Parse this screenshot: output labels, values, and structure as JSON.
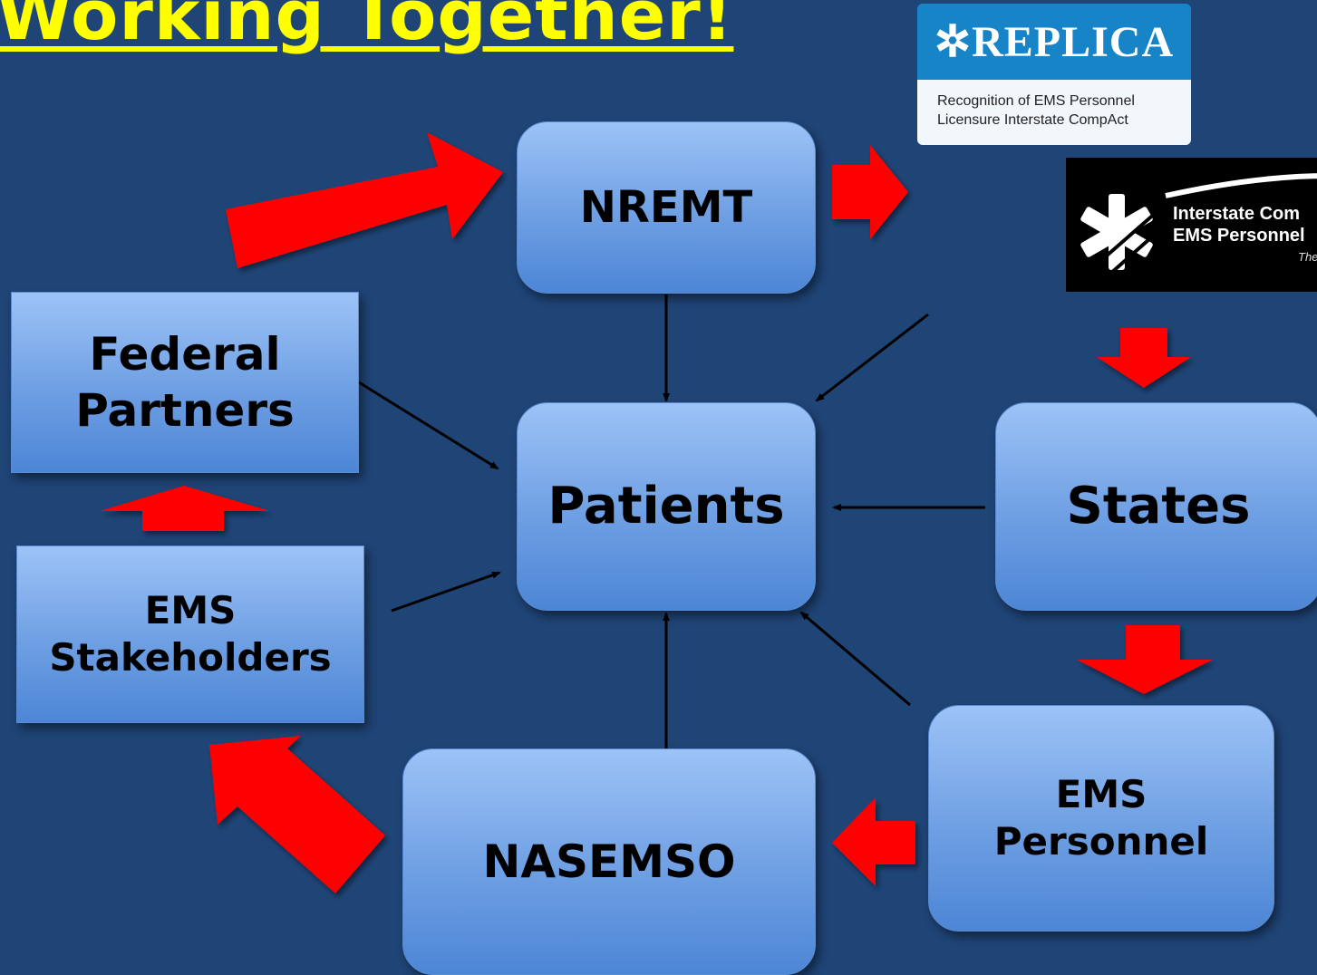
{
  "title": "Working Together!",
  "nodes": {
    "nremt": "NREMT",
    "patients": "Patients",
    "federal_partners": "Federal\nPartners",
    "ems_stakeholders": "EMS\nStakeholders",
    "states": "States",
    "ems_personnel": "EMS\nPersonnel",
    "nasemso": "NASEMSO"
  },
  "logos": {
    "replica": {
      "name": "REPLICA",
      "subtitle": "Recognition of EMS Personnel\nLicensure Interstate CompAct"
    },
    "compact": {
      "line1": "Interstate Com",
      "line2": "EMS Personnel",
      "line3": "The E"
    }
  },
  "colors": {
    "background": "#1f4476",
    "title": "#ffff00",
    "flow_arrow": "#ff0000",
    "box_fill": "#6e9fe3"
  }
}
